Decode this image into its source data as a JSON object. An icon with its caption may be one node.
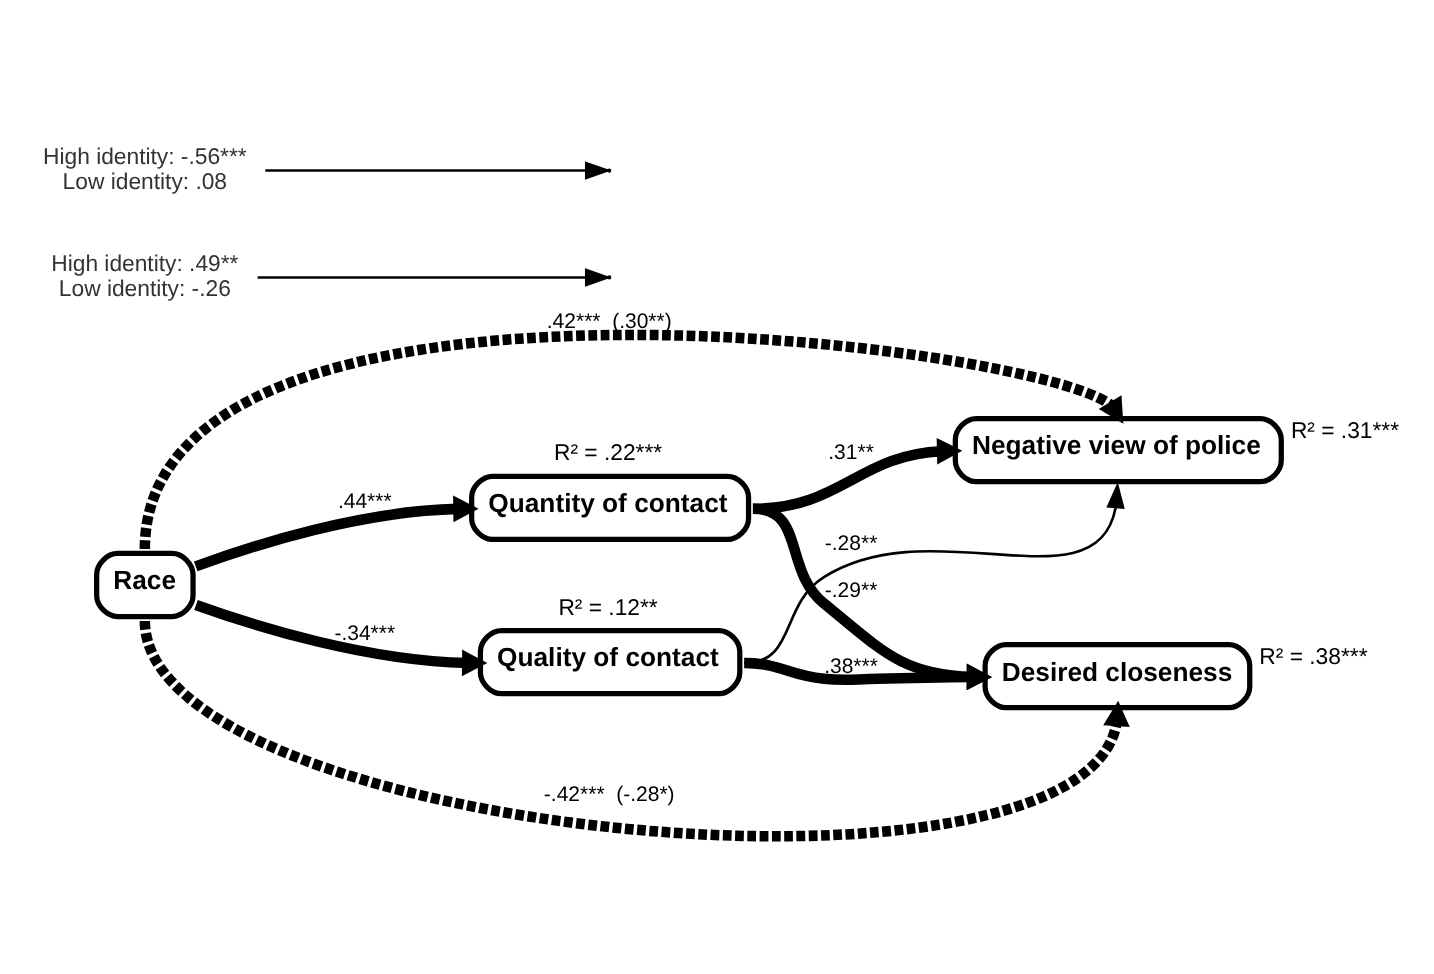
{
  "diagram": {
    "nodes": [
      {
        "text": [
          "Race"
        ]
      },
      {
        "text": [
          "Quantity of contact"
        ],
        "beside": [
          "R² = .22***"
        ]
      },
      {
        "text": [
          "Negative view of police"
        ],
        "beside": [
          "R² = .31***"
        ]
      },
      {
        "text": [
          "Quality of contact"
        ],
        "beside": [
          "R² = .12**"
        ]
      },
      {
        "text": [
          "Desired closeness"
        ],
        "beside": [
          "R² = .38***"
        ]
      },
      {
        "text": [
          "High identity: .49**",
          "Low identity: -.26"
        ]
      },
      {
        "text": [
          "High identity: -.56***",
          "Low identity: .08"
        ]
      }
    ],
    "edges": [
      {
        "from": 0,
        "to": 2,
        "arrow": "to",
        "label": ".42***  (.30**)",
        "style": "dashed"
      },
      {
        "from": 0,
        "to": 1,
        "arrow": "to",
        "label": ".44***"
      },
      {
        "from": 5,
        "to": null,
        "arrow": "to"
      },
      {
        "from": 1,
        "to": 2,
        "arrow": "to",
        "label": ".31**"
      },
      {
        "from": 1,
        "to": 4,
        "arrow": "to",
        "label": "-.29**"
      },
      {
        "from": 3,
        "to": 2,
        "arrow": "to",
        "label": "-.28**"
      },
      {
        "from": 0,
        "to": 3,
        "arrow": "to",
        "label": "-.34***"
      },
      {
        "from": 3,
        "to": 4,
        "arrow": "to",
        "label": ".38***"
      },
      {
        "from": 0,
        "to": 4,
        "arrow": "to",
        "label": "-.42***  (-.28*)",
        "style": "dashed"
      },
      {
        "from": 6,
        "to": null,
        "arrow": "to"
      }
    ]
  }
}
